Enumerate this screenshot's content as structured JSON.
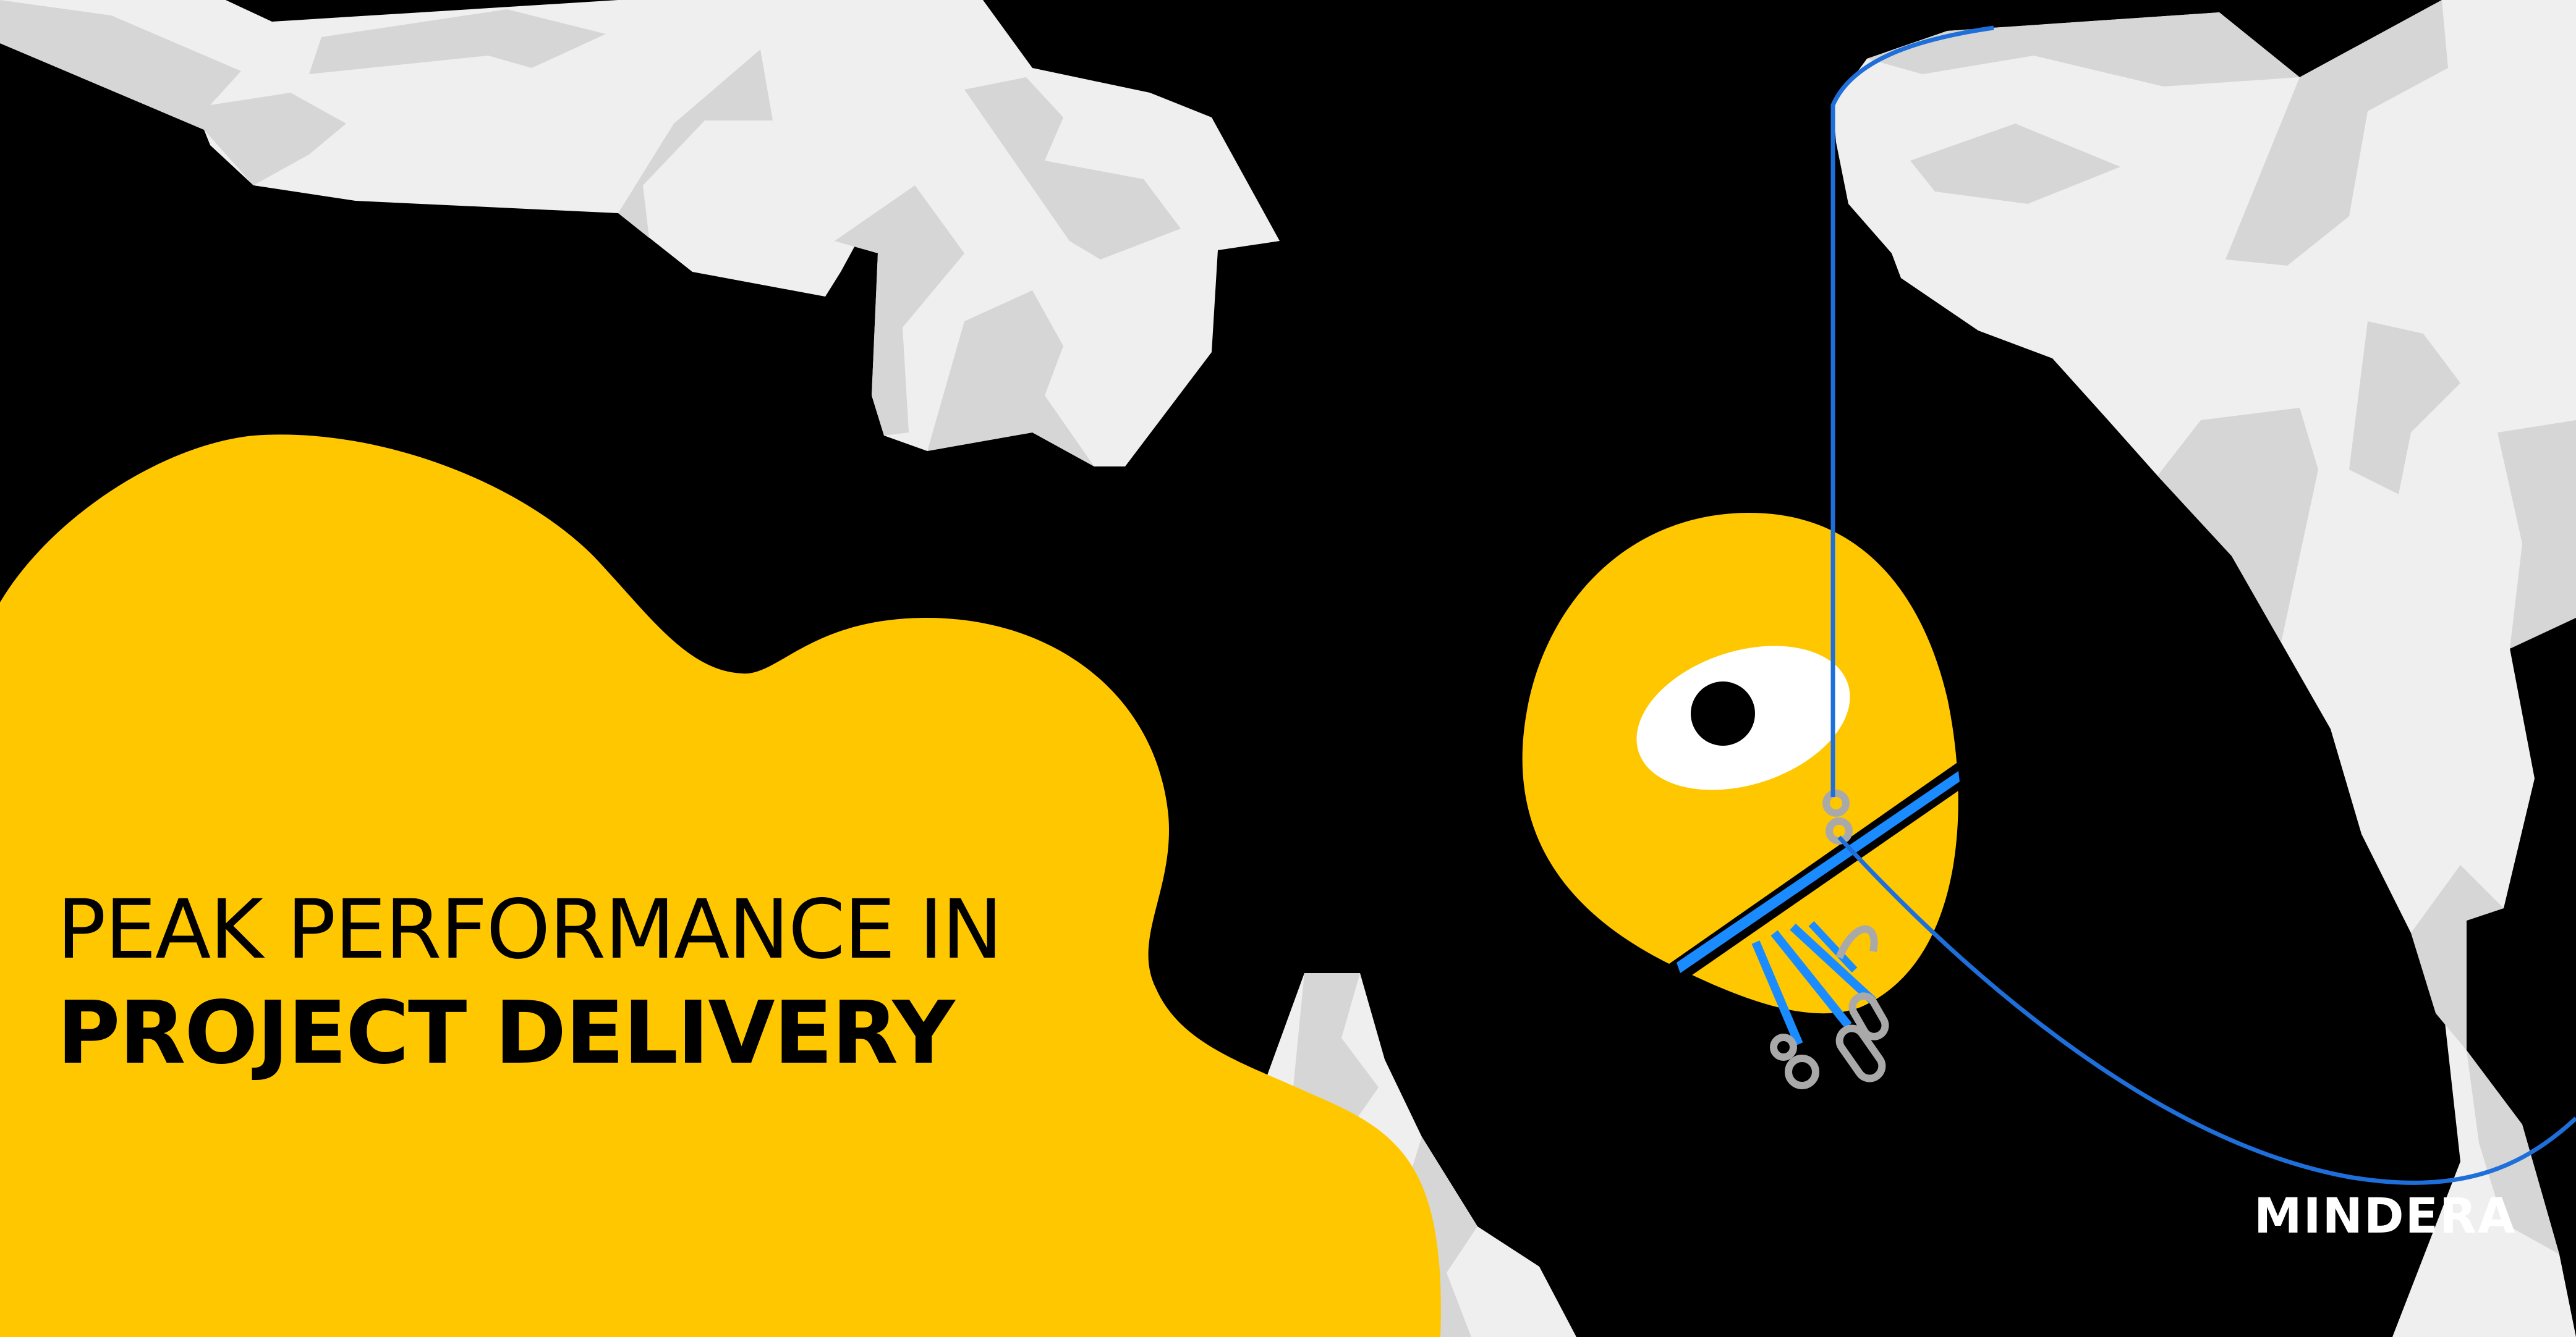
{
  "headline": {
    "line1": "PEAK PERFORMANCE IN",
    "line2": "PROJECT DELIVERY"
  },
  "brand": {
    "logo_text": "MINDERA"
  },
  "colors": {
    "background": "#000000",
    "yellow": "#FFC700",
    "rock_light": "#EFEFEF",
    "rock_shadow": "#D6D6D6",
    "rope_blue": "#1E6FD9",
    "strap_blue": "#1A8CFF",
    "eye_white": "#FFFFFF",
    "carabiner_grey": "#A9A9A9"
  },
  "icons": {
    "mascot": "climbing-blob-mascot-icon",
    "rocks": "mountain-rock-icon",
    "rope": "climbing-rope-icon",
    "carabiners": "carabiner-icon"
  }
}
